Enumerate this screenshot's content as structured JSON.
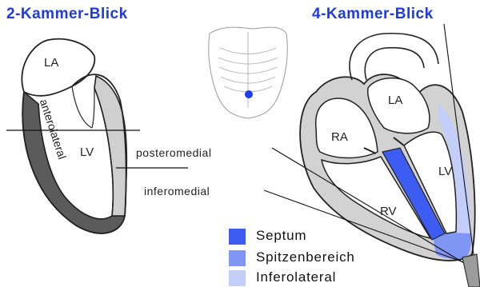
{
  "titles": {
    "left": "2-Kammer-Blick",
    "right": "4-Kammer-Blick"
  },
  "two_chamber": {
    "la": "LA",
    "lv": "LV",
    "anterolateral": "anterolateral",
    "posteromedial": "posteromedial",
    "inferomedial": "inferomedial"
  },
  "four_chamber": {
    "la": "LA",
    "ra": "RA",
    "lv": "LV",
    "rv": "RV"
  },
  "legend": [
    {
      "label": "Septum",
      "color": "#3c5cf2"
    },
    {
      "label": "Spitzenbereich",
      "color": "#7f96f4"
    },
    {
      "label": "Inferolateral",
      "color": "#c3cef9"
    }
  ],
  "colors": {
    "title": "#1f3be0",
    "wall_dark": "#555555",
    "wall_light": "#cfcfcf",
    "probe_dot": "#1e3cf0"
  }
}
